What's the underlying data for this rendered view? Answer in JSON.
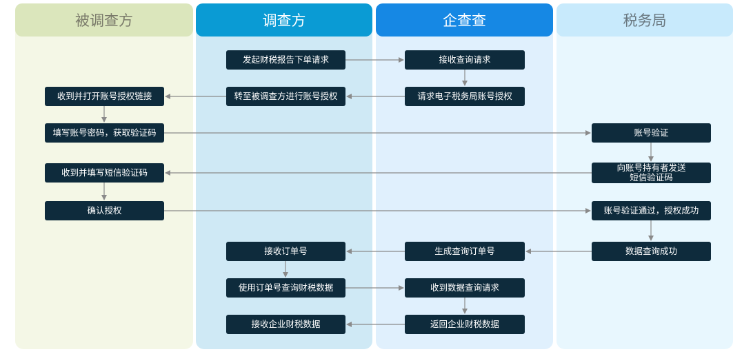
{
  "lanes": {
    "l1": "被调查方",
    "l2": "调查方",
    "l3": "企查查",
    "l4": "税务局"
  },
  "steps": {
    "s01": "发起财税报告下单请求",
    "s02": "接收查询请求",
    "s03": "请求电子税务局账号授权",
    "s04": "转至被调查方进行账号授权",
    "s05": "收到并打开账号授权链接",
    "s06": "填写账号密码，获取验证码",
    "s07": "账号验证",
    "s08_line1": "向账号持有者发送",
    "s08_line2": "短信验证码",
    "s09": "收到并填写短信验证码",
    "s10": "确认授权",
    "s11": "账号验证通过，授权成功",
    "s12": "数据查询成功",
    "s13": "生成查询订单号",
    "s14": "接收订单号",
    "s15": "使用订单号查询财税数据",
    "s16": "收到数据查询请求",
    "s17": "返回企业财税数据",
    "s18": "接收企业财税数据"
  },
  "colors": {
    "box": "#0e2b3c",
    "arrow": "#8a8a8a",
    "lane1_head": "#dbe6bc",
    "lane2_head": "#0a9bd4",
    "lane3_head": "#1688e4",
    "lane4_head": "#c8eafc"
  }
}
